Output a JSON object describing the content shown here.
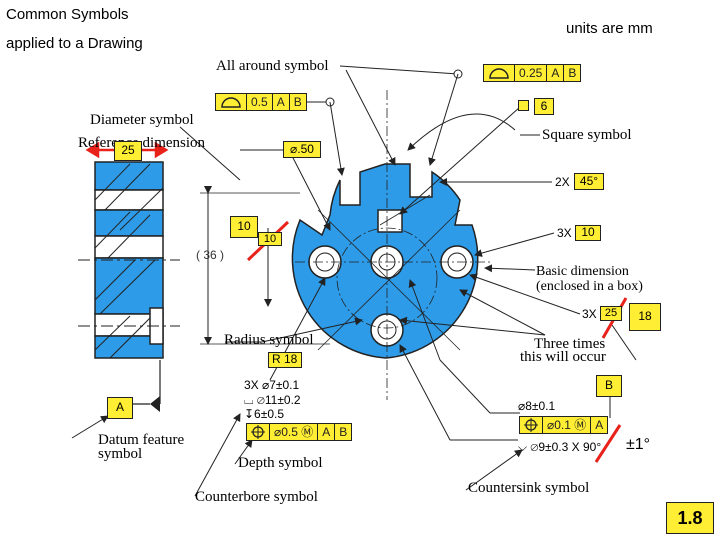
{
  "header": {
    "title_line1": "Common Symbols",
    "title_line2": "applied to a Drawing",
    "units_note": "units are mm"
  },
  "labels": {
    "all_around_symbol": "All around symbol",
    "diameter_symbol": "Diameter symbol",
    "reference_dimension": "Reference dimension",
    "square_symbol": "Square symbol",
    "basic_dimension_line1": "Basic dimension",
    "basic_dimension_line2": "(enclosed in a box)",
    "radius_symbol": "Radius symbol",
    "three_times_line1": "Three times",
    "three_times_line2": "this will occur",
    "datum_feature_line1": "Datum feature",
    "datum_feature_line2": "symbol",
    "depth_symbol": "Depth symbol",
    "counterbore_symbol": "Counterbore symbol",
    "countersink_symbol": "Countersink symbol"
  },
  "values": {
    "reference_boxed": "25",
    "diameter_value": "⌀.50",
    "square_value": "6",
    "chamfer_count": "2X",
    "chamfer_angle": "45°",
    "basic_boxed": "10",
    "basic_crossed": "10",
    "reference_36": "( 36 )",
    "hole_count_label": "3X",
    "hole_basic": "10",
    "slot_count_label": "3X",
    "slot_crossed": "25",
    "slot_new": "18",
    "radius_value": "R 18",
    "cbore_line1": "3X ⌀7±0.1",
    "cbore_line2": "⌴ ⌀11±0.2",
    "cbore_line3": "↧6±0.5",
    "csink_line1": "⌀8±0.1",
    "csink_line2": "⌵ ⌀9±0.3 X 90°",
    "csink_tolerance": "±1°",
    "datum_a": "A",
    "datum_b": "B",
    "slide_number": "1.8"
  },
  "frames": {
    "profile_top": [
      "0.25",
      "A",
      "B"
    ],
    "profile_left": [
      "0.5",
      "A",
      "B"
    ],
    "position_bottom": [
      "⌀0.5",
      "Ⓜ",
      "A",
      "B"
    ],
    "position_right": [
      "⌀0.1",
      "Ⓜ",
      "A"
    ]
  },
  "colors": {
    "part_fill": "#2d9be8",
    "highlight": "#ffee33",
    "strike_red": "#e8221b",
    "arrow_red": "#e8221b"
  }
}
